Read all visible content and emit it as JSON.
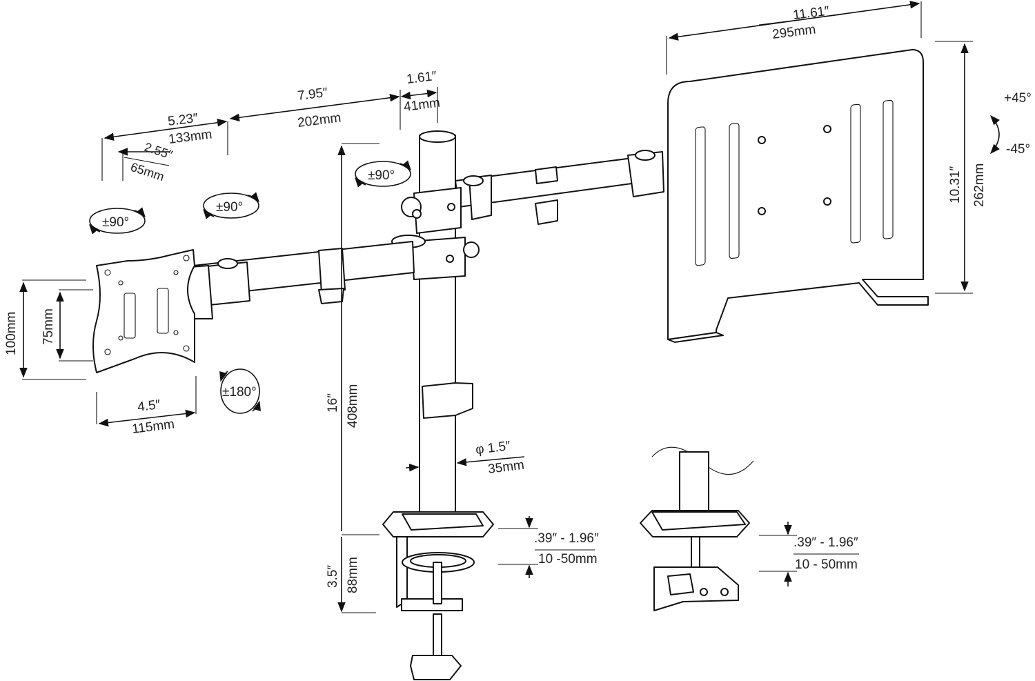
{
  "dimensions": {
    "tray_width_in": "11.61″",
    "tray_width_mm": "295mm",
    "tray_height_in": "10.31″",
    "tray_height_mm": "262mm",
    "arm_outer_in": "5.23″",
    "arm_outer_mm": "133mm",
    "arm_mid_in": "7.95″",
    "arm_mid_mm": "202mm",
    "offset_in": "1.61″",
    "offset_mm": "41mm",
    "head_in": "2.55″",
    "head_mm": "65mm",
    "vesa_large": "100mm",
    "vesa_small": "75mm",
    "plate_width_in": "4.5″",
    "plate_width_mm": "115mm",
    "pole_height_in": "16″",
    "pole_height_mm": "408mm",
    "pole_diameter_in": "φ 1.5″",
    "pole_diameter_mm": "35mm",
    "clamp_in": "3.5″",
    "clamp_mm": "88mm",
    "clamp_range_in": ".39″ - 1.96″",
    "clamp_range_mm": "10 -50mm",
    "grommet_range_in": ".39″ - 1.96″",
    "grommet_range_mm": "10 - 50mm"
  },
  "rotations": {
    "head_swivel": "±90°",
    "arm_swivel": "±90°",
    "pole_swivel": "±90°",
    "rotate": "±180°",
    "tilt_up": "+45°",
    "tilt_down": "-45°"
  }
}
